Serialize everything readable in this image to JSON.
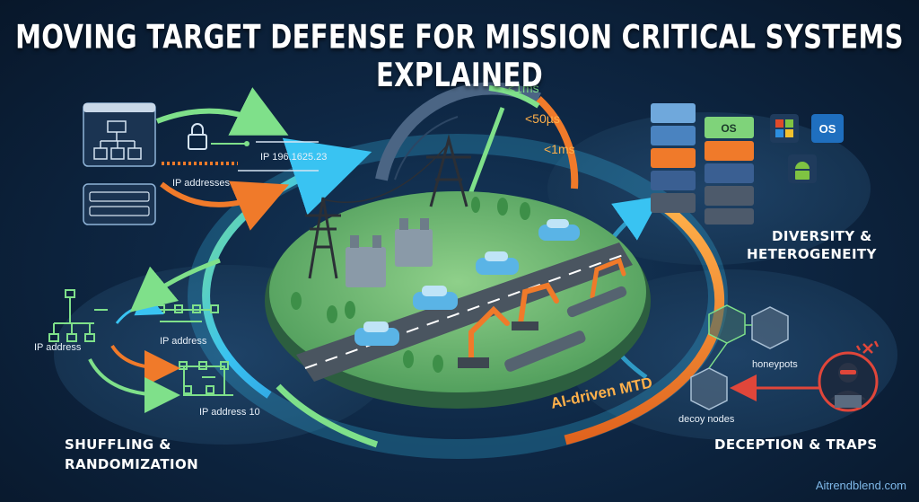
{
  "title": "MOVING TARGET DEFENSE FOR MISSION CRITICAL SYSTEMS EXPLAINED",
  "timings": [
    "<1ms",
    "<50µs",
    "<1ms"
  ],
  "ip_panel": {
    "ip_value": "IP 196.1625.23",
    "addresses_label": "IP addresses"
  },
  "shuffling": {
    "labels": [
      "IP address",
      "IP address",
      "IP address 10"
    ],
    "heading_line1": "SHUFFLING &",
    "heading_line2": "RANDOMIZATION"
  },
  "diversity": {
    "os_label": "OS",
    "badge_label": "OS",
    "heading_line1": "DIVERSITY &",
    "heading_line2": "HETEROGENEITY"
  },
  "deception": {
    "honeypots_label": "honeypots",
    "decoy_label": "decoy nodes",
    "heading": "DECEPTION & TRAPS"
  },
  "ai_label": "AI-driven MTD",
  "watermark": "Aitrendblend.com",
  "colors": {
    "accent_orange": "#f07a2a",
    "accent_green": "#7fe08a",
    "accent_cyan": "#39c3f2",
    "threat_red": "#e0463a"
  }
}
